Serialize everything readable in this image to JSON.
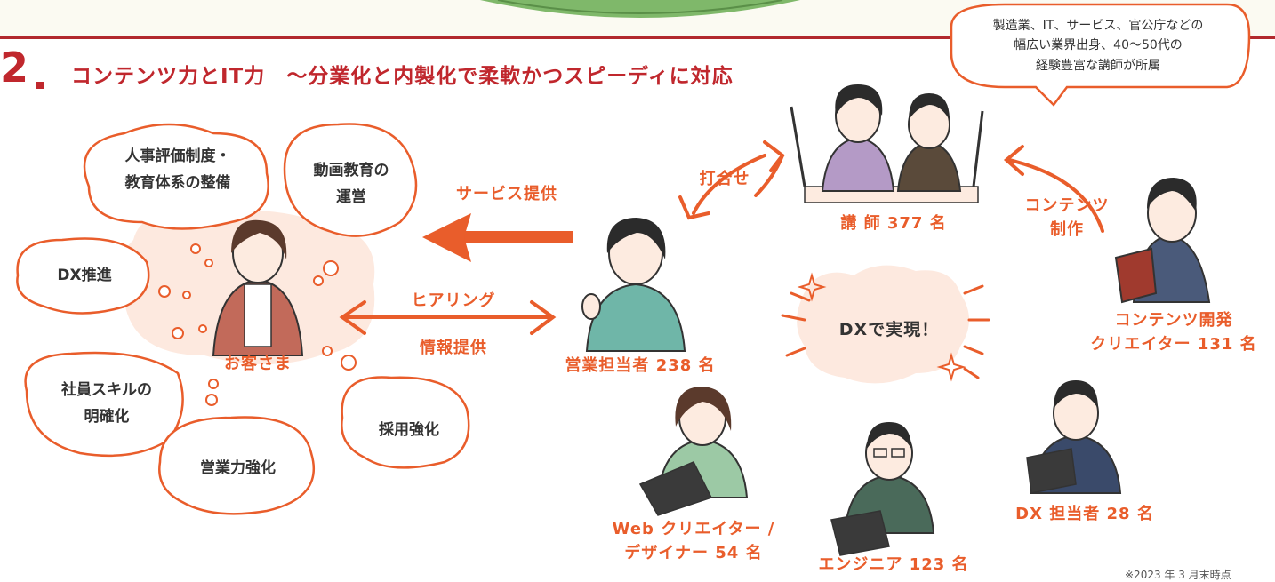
{
  "heading": {
    "number": "2",
    "title": "コンテンツ力とIT力　〜分業化と内製化で柔軟かつスピーディに対応"
  },
  "speech": {
    "line1": "製造業、IT、サービス、官公庁などの",
    "line2": "幅広い業界出身、40〜50代の",
    "line3": "経験豊富な講師が所属"
  },
  "needs": {
    "hr_line1": "人事評価制度・",
    "hr_line2": "教育体系の整備",
    "video_line1": "動画教育の",
    "video_line2": "運営",
    "dx": "DX推進",
    "skill_line1": "社員スキルの",
    "skill_line2": "明確化",
    "sales": "営業力強化",
    "hiring": "採用強化"
  },
  "roles": {
    "customer": "お客さま",
    "sales_rep": "営業担当者 238 名",
    "lecturer": "講 師 377 名",
    "content_dev_line1": "コンテンツ開発",
    "content_dev_line2": "クリエイター 131 名",
    "web_line1": "Web クリエイター /",
    "web_line2": "デザイナー 54 名",
    "engineer": "エンジニア 123 名",
    "dx_staff": "DX 担当者 28 名"
  },
  "flows": {
    "service": "サービス提供",
    "hearing": "ヒアリング",
    "info": "情報提供",
    "meeting": "打合せ",
    "content_line1": "コンテンツ",
    "content_line2": "制作",
    "dx_realize": "DXで実現！"
  },
  "footnote": "※2023 年 3 月末時点",
  "colors": {
    "accent": "#e95d2b",
    "title": "#c0272d",
    "blob": "#fde9df"
  }
}
